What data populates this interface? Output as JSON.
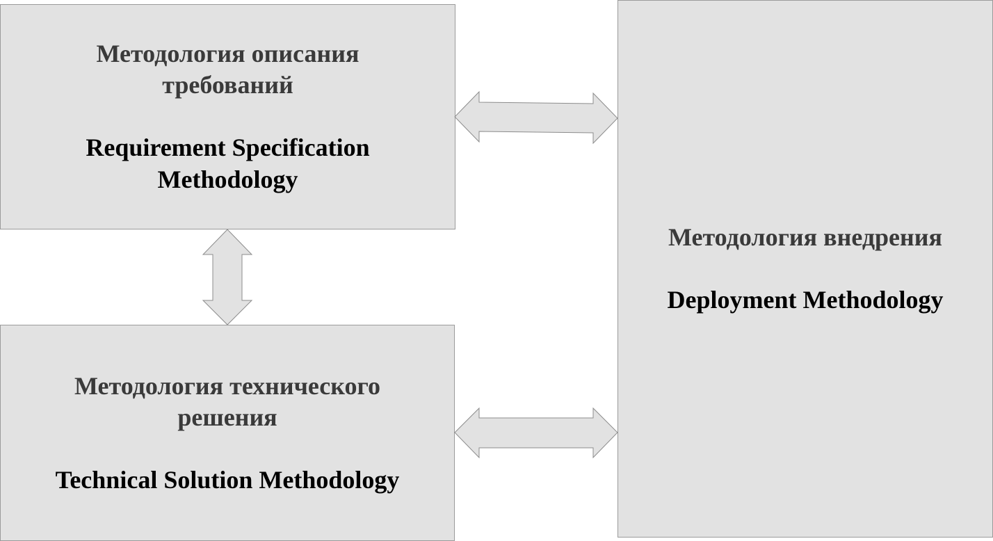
{
  "requirement_box": {
    "title_ru": "Методология описания требований",
    "title_en": "Requirement Specification Methodology"
  },
  "technical_box": {
    "title_ru": "Методология технического решения",
    "title_en": "Technical Solution Methodology"
  },
  "deployment_box": {
    "title_ru": "Методология внедрения",
    "title_en": "Deployment Methodology"
  },
  "colors": {
    "box_fill": "#e2e2e2",
    "box_border": "#9a9a9a",
    "ru_text": "#3a3a3a",
    "en_text": "#000000"
  }
}
